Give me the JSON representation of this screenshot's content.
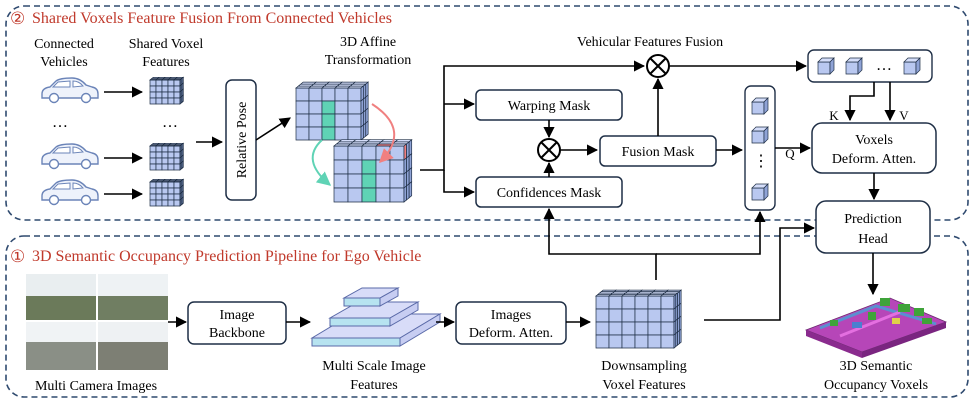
{
  "colors": {
    "panel_border": "#2f4a6f",
    "section_title": "#c0392b",
    "box_border": "#1f2f46",
    "cube_face": "#b9c8f0",
    "cube_top": "#d5defa",
    "cube_side": "#8fa3d6",
    "teal": "#5fd3b5",
    "red": "#f08080",
    "pyramid_top": "#d0d4f6",
    "pyramid_side": "#bfe6f2"
  },
  "section_top": {
    "num": "②",
    "title": "Shared Voxels Feature Fusion From Connected Vehicles"
  },
  "section_bottom": {
    "num": "①",
    "title": "3D Semantic Occupancy Prediction Pipeline for Ego Vehicle"
  },
  "labels": {
    "connected_vehicles": [
      "Connected",
      "Vehicles"
    ],
    "shared_voxel_features": [
      "Shared Voxel",
      "Features"
    ],
    "dots": "…",
    "relative_pose": "Relative Pose",
    "affine": [
      "3D Affine",
      "Transformation"
    ],
    "vehicular_fusion": "Vehicular Features Fusion",
    "warping_mask": "Warping  Mask",
    "confidences_mask": "Confidences Mask",
    "fusion_mask": "Fusion Mask",
    "q": "Q",
    "k": "K",
    "v": "V",
    "voxels_deform": [
      "Voxels",
      "Deform. Atten."
    ],
    "prediction_head": [
      "Prediction",
      "Head"
    ],
    "image_backbone": [
      "Image",
      "Backbone"
    ],
    "multi_scale": [
      "Multi Scale Image",
      "Features"
    ],
    "images_deform": [
      "Images",
      "Deform. Atten."
    ],
    "downsampling": [
      "Downsampling",
      "Voxel Features"
    ],
    "semantic_occ": [
      "3D Semantic",
      "Occupancy Voxels"
    ],
    "multi_camera": "Multi Camera Images",
    "vdots": "⋮"
  },
  "icons": [
    "car-icon",
    "voxel-cube-icon",
    "multiply-operator-icon",
    "camera-images-thumbnail",
    "occupancy-voxels-render"
  ]
}
